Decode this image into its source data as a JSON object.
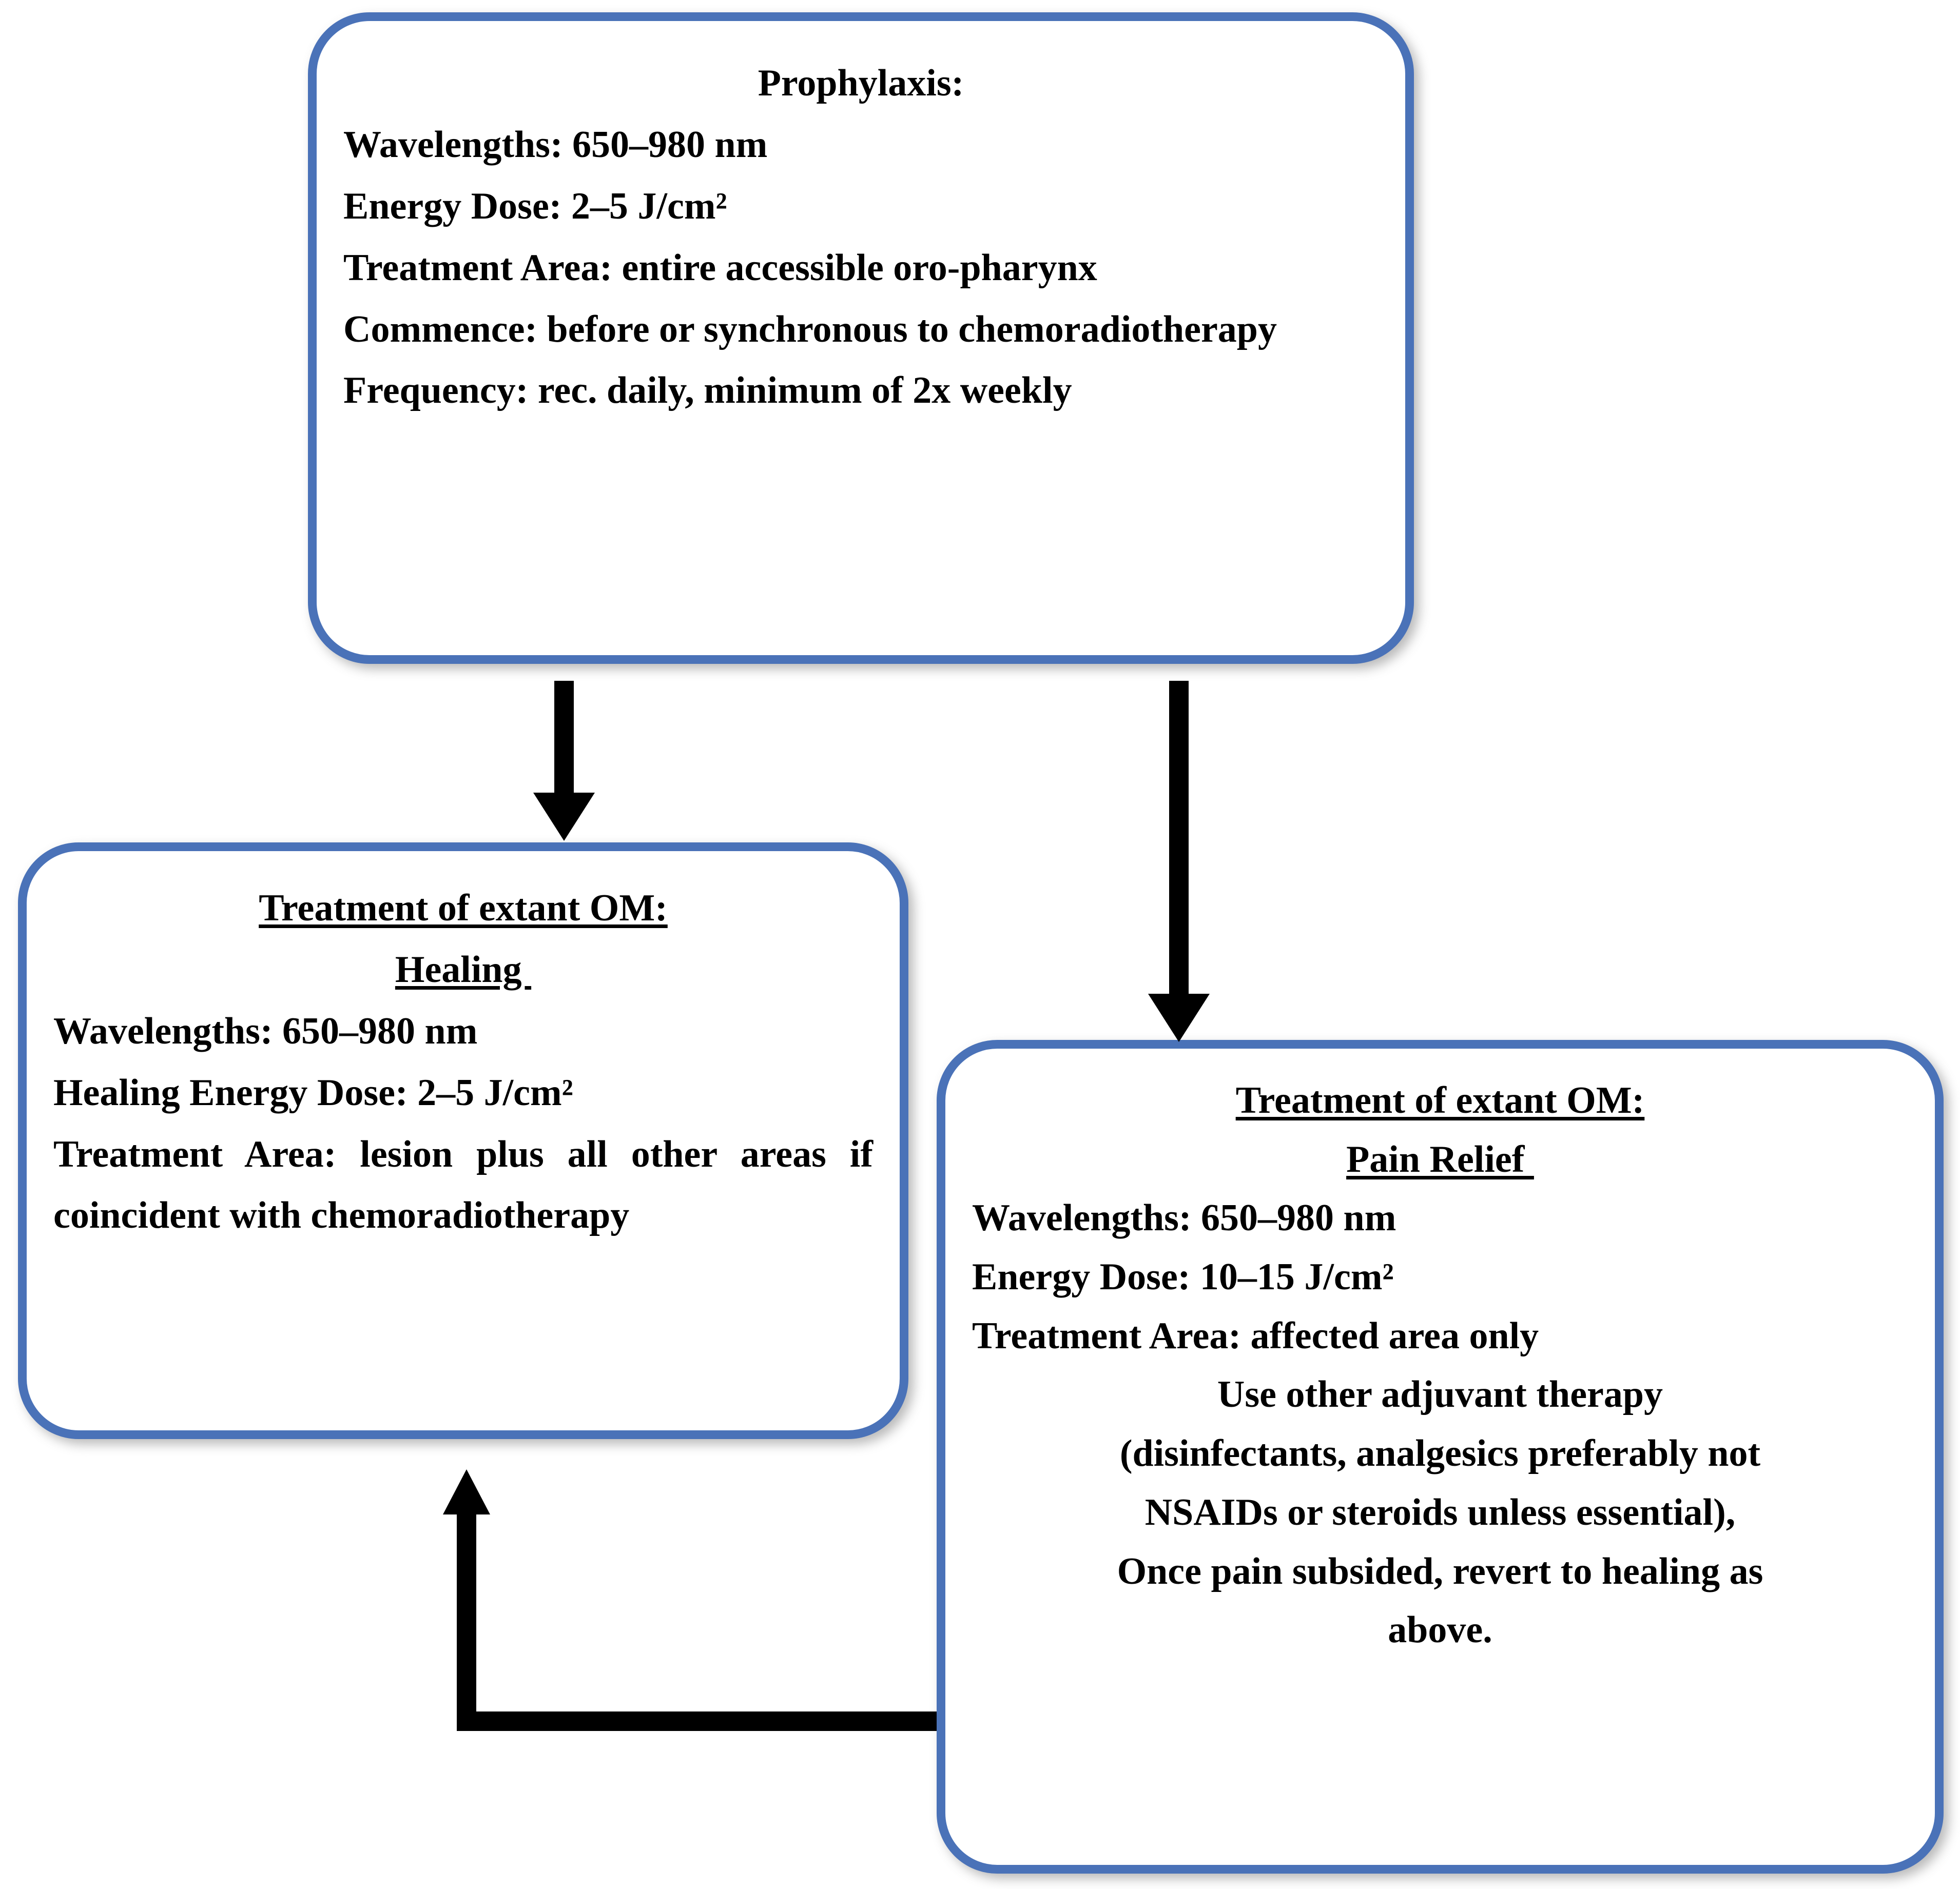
{
  "diagram": {
    "title": "Photobiomodulation protocol flowchart for oral mucositis",
    "accent_color": "#4A72B8",
    "text_color": "#000000",
    "background": "#ffffff"
  },
  "nodes": {
    "prophylaxis": {
      "heading": "Prophylaxis:",
      "lines": [
        "Wavelengths: 650–980 nm",
        "Energy Dose: 2–5 J/cm²",
        "Treatment Area: entire accessible oro-pharynx",
        "Commence: before or synchronous to chemoradiotherapy",
        "Frequency: rec. daily, minimum of 2x weekly"
      ]
    },
    "healing": {
      "heading_1": "Treatment of extant OM:",
      "heading_2": "Healing ",
      "lines": [
        "Wavelengths: 650–980 nm",
        "Healing Energy Dose: 2–5 J/cm²",
        "Treatment Area: lesion plus all other areas if coincident with chemoradiotherapy"
      ]
    },
    "pain_relief": {
      "heading_1": "Treatment of extant OM:",
      "heading_2": "Pain Relief ",
      "lines": [
        "Wavelengths: 650–980 nm",
        "Energy Dose: 10–15 J/cm²",
        "Treatment Area: affected area only",
        "Use other adjuvant therapy",
        "(disinfectants, analgesics preferably not",
        "NSAIDs or steroids unless essential),",
        "Once pain subsided, revert to healing as",
        "above."
      ]
    }
  },
  "edges": [
    {
      "id": "prophylaxis-to-healing",
      "from": "prophylaxis",
      "to": "healing",
      "shape": "straight-down",
      "direction": "down"
    },
    {
      "id": "prophylaxis-to-pain",
      "from": "prophylaxis",
      "to": "pain_relief",
      "shape": "straight-down",
      "direction": "down"
    },
    {
      "id": "pain-to-healing",
      "from": "pain_relief",
      "to": "healing",
      "shape": "elbow-left-up",
      "direction": "up"
    }
  ]
}
